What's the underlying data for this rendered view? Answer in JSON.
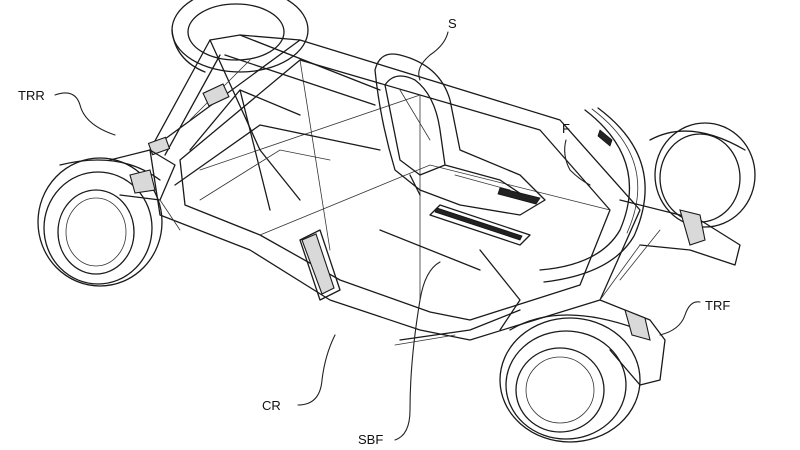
{
  "figure": {
    "labels": {
      "S": "S",
      "TRR": "TRR",
      "F": "F",
      "TRF": "TRF",
      "CR": "CR",
      "SBF": "SBF"
    }
  }
}
